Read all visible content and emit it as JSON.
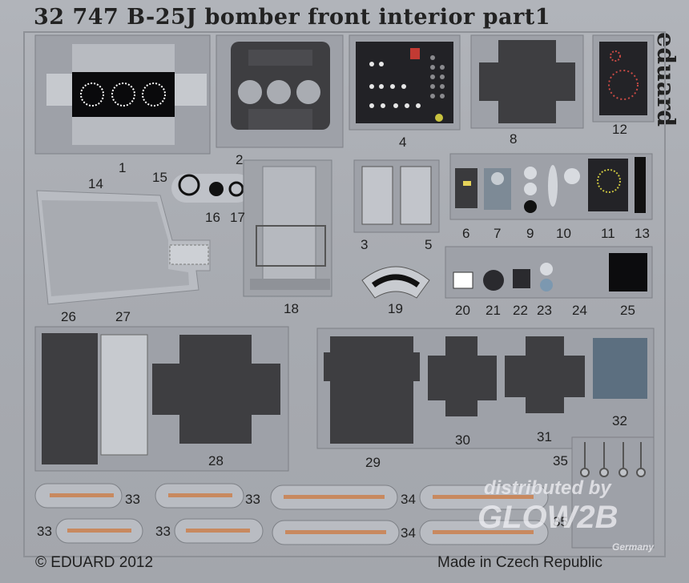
{
  "header": {
    "title": "32 747  B-25J bomber front interior    part1",
    "brand": "eduard"
  },
  "part_numbers": [
    "1",
    "2",
    "3",
    "4",
    "5",
    "6",
    "7",
    "8",
    "9",
    "10",
    "11",
    "12",
    "13",
    "14",
    "15",
    "16",
    "17",
    "18",
    "19",
    "20",
    "21",
    "22",
    "23",
    "24",
    "25",
    "26",
    "27",
    "28",
    "29",
    "30",
    "31",
    "32",
    "33",
    "34",
    "35"
  ],
  "footer": {
    "copyright": "© EDUARD 2012",
    "origin": "Made in Czech Republic"
  },
  "watermark": {
    "line1": "distributed by",
    "line2": "GLOW2B",
    "line3": "Germany"
  },
  "colors": {
    "fret": "#aaadb3",
    "part": "#9c9fa6",
    "dark": "#3f3f42",
    "copper": "#c8895f"
  }
}
